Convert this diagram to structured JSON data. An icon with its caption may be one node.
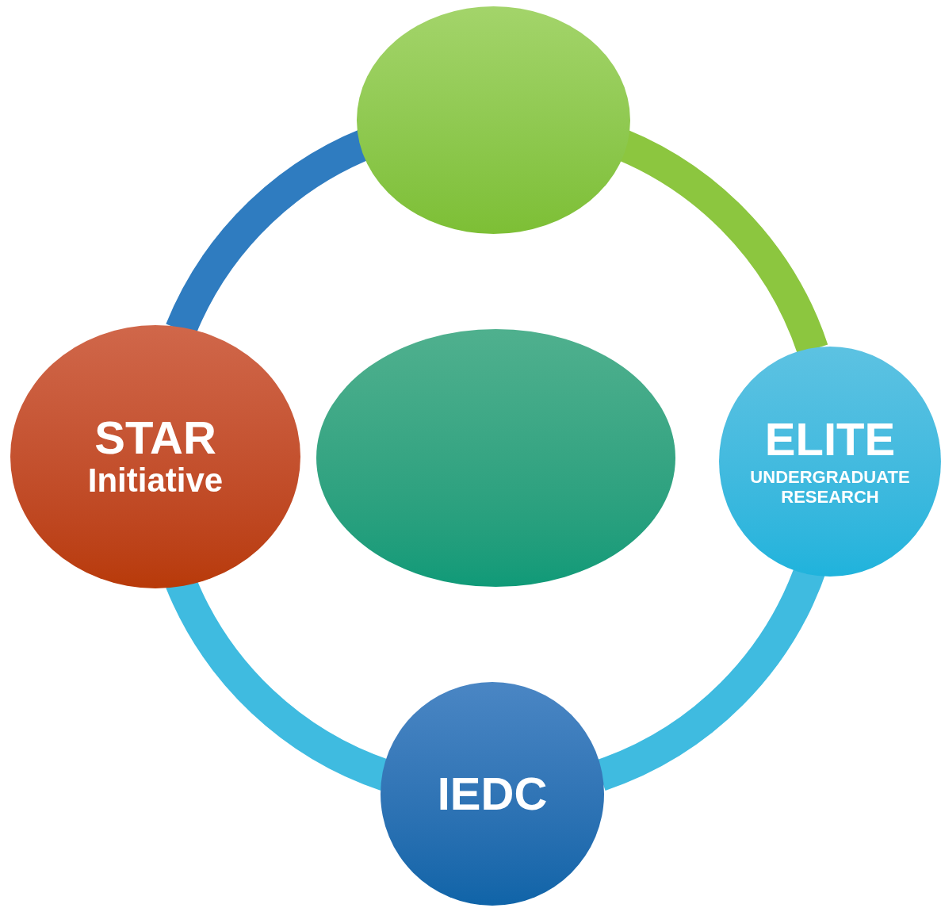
{
  "diagram": {
    "nodes": [
      {
        "text": [],
        "shape": "ellipse"
      },
      {
        "text": [
          "STAR",
          "Initiative"
        ]
      },
      {
        "text": [],
        "shape": "ellipse"
      },
      {
        "text": [
          "ELITE",
          "UNDERGRADUATE RESEARCH"
        ]
      },
      {
        "text": [
          "IEDC"
        ]
      }
    ],
    "edges": [
      {
        "from": 0,
        "to": 3,
        "arrow": "none",
        "color": "#8cc63f"
      },
      {
        "from": 3,
        "to": 4,
        "arrow": "none",
        "color": "#3fbbe0"
      },
      {
        "from": 4,
        "to": 1,
        "arrow": "none",
        "color": "#3fbbe0"
      },
      {
        "from": 1,
        "to": 0,
        "arrow": "none",
        "color": "#2f7cc0"
      }
    ]
  }
}
